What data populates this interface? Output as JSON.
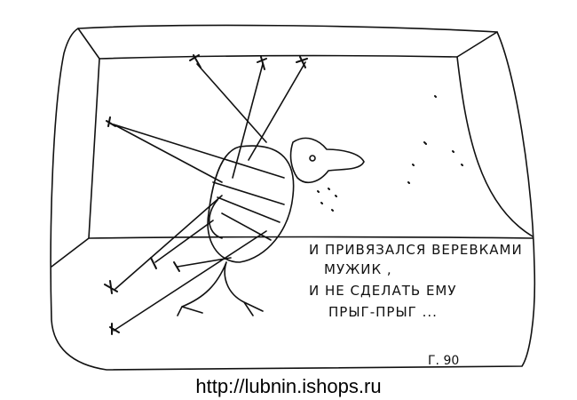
{
  "caption": {
    "lines": [
      "И ПРИВЯЗАЛСЯ ВЕРЕВКАМИ",
      "МУЖИК ,",
      "И НЕ СДЕЛАТЬ ЕМУ",
      "ПРЫГ-ПРЫГ ..."
    ]
  },
  "signature": "Г. 90",
  "footer_url": "http://lubnin.ishops.ru"
}
